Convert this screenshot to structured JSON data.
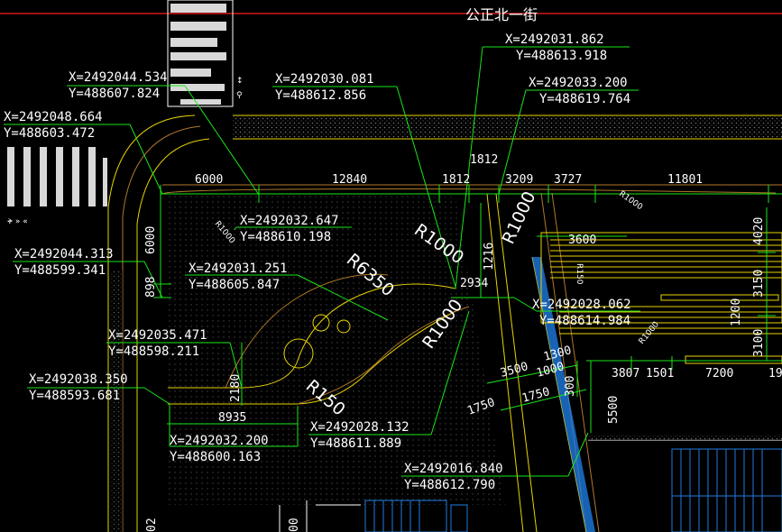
{
  "street_name": "公正北一街",
  "coordinates": [
    {
      "x": "X=2492031.862",
      "y": "Y=488613.918"
    },
    {
      "x": "X=2492044.534",
      "y": "Y=488607.824"
    },
    {
      "x": "X=2492030.081",
      "y": "Y=488612.856"
    },
    {
      "x": "X=2492033.200",
      "y": "Y=488619.764"
    },
    {
      "x": "X=2492048.664",
      "y": "Y=488603.472"
    },
    {
      "x": "X=2492032.647",
      "y": "Y=488610.198"
    },
    {
      "x": "X=2492044.313",
      "y": "Y=488599.341"
    },
    {
      "x": "X=2492031.251",
      "y": "Y=488605.847"
    },
    {
      "x": "X=2492028.062",
      "y": "Y=488614.984"
    },
    {
      "x": "X=2492035.471",
      "y": "Y=488598.211"
    },
    {
      "x": "X=2492038.350",
      "y": "Y=488593.681"
    },
    {
      "x": "X=2492028.132",
      "y": "Y=488611.889"
    },
    {
      "x": "X=2492032.200",
      "y": "Y=488600.163"
    },
    {
      "x": "X=2492016.840",
      "y": "Y=488612.790"
    }
  ],
  "dimensions": {
    "d6000_top": "6000",
    "d12840": "12840",
    "d1812_a": "1812",
    "d1812_b": "1812",
    "d3209": "3209",
    "d3727": "3727",
    "d11801": "11801",
    "d4020": "4020",
    "d6000_left": "6000",
    "d898": "898",
    "d3600": "3600",
    "d3150": "3150",
    "d1200": "1200",
    "d3100": "3100",
    "d1216": "1216",
    "d2934": "2934",
    "d2180": "2180",
    "d8935": "8935",
    "d3500": "3500",
    "d1300": "1300",
    "d1000": "1000",
    "d3807": "3807",
    "d1501": "1501",
    "d7200": "7200",
    "d19": "19",
    "d1750_a": "1750",
    "d1750_b": "1750",
    "d300": "300",
    "d5500": "5500",
    "d02": "02",
    "d00": "00"
  },
  "radii": {
    "r1000_a": "R1000",
    "r1000_b": "R1000",
    "r1000_c": "R1000",
    "r6350": "R6350",
    "r150": "R150",
    "r1000_small_a": "R1000",
    "r1000_small_b": "R1000",
    "r1000_small_c": "R1000",
    "r150_small": "R150"
  },
  "icons": [
    "bicycle-icon",
    "direction-arrows-icon"
  ],
  "colors": {
    "background": "#000000",
    "leader": "#19e619",
    "curb": "#e8d400",
    "edge": "#b0782a",
    "text": "#ffffff",
    "red_line": "#d01818",
    "structure": "#1e7be0",
    "hatch": "#8a8a8a"
  }
}
